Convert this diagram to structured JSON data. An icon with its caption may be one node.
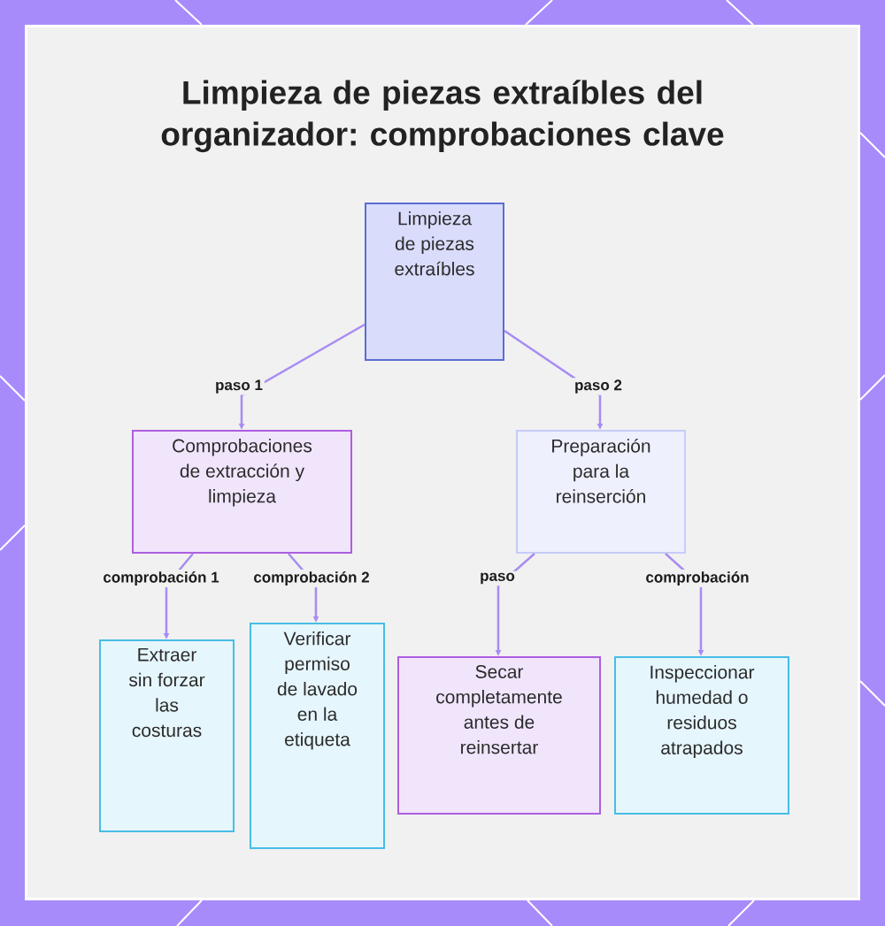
{
  "diagram": {
    "title": "Limpieza de piezas extraíbles del organizador: comprobaciones clave",
    "nodes": [
      {
        "text": [
          "Limpieza de piezas extraíbles"
        ]
      },
      {
        "text": [
          "Comprobaciones de extracción y limpieza"
        ]
      },
      {
        "text": [
          "Preparación para la reinserción"
        ]
      },
      {
        "text": [
          "Extraer sin forzar las costuras"
        ]
      },
      {
        "text": [
          "Verificar permiso de lavado en la etiqueta"
        ]
      },
      {
        "text": [
          "Secar completamente antes de reinsertar"
        ]
      },
      {
        "text": [
          "Inspeccionar humedad o residuos atrapados"
        ]
      }
    ],
    "edges": [
      {
        "from": 0,
        "to": 1,
        "arrow": "to",
        "label": "paso 1"
      },
      {
        "from": 0,
        "to": 2,
        "arrow": "to",
        "label": "paso 2"
      },
      {
        "from": 1,
        "to": 3,
        "arrow": "to",
        "label": "comprobación 1"
      },
      {
        "from": 1,
        "to": 4,
        "arrow": "to",
        "label": "comprobación 2"
      },
      {
        "from": 2,
        "to": 5,
        "arrow": "to",
        "label": "paso"
      },
      {
        "from": 2,
        "to": 6,
        "arrow": "to",
        "label": "comprobación"
      }
    ]
  }
}
